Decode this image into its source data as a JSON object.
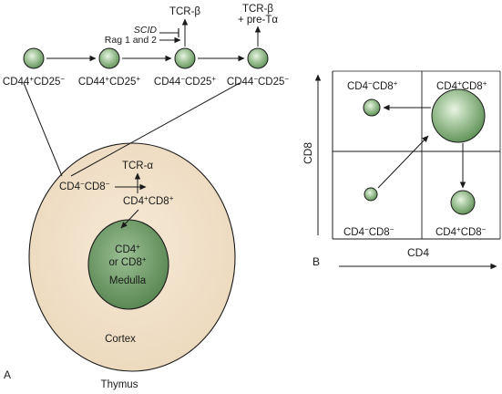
{
  "colors": {
    "cell_fill": "#6b9e63",
    "cell_highlight": "#e7f4e2",
    "thymus_fill": "#f0dfc6",
    "medulla_fill": "#5c8b55",
    "line": "#1a1a1a"
  },
  "panel_a": {
    "letter": "A",
    "stages": [
      {
        "m1": "CD44",
        "s1": "+",
        "m2": "CD25",
        "s2": "−"
      },
      {
        "m1": "CD44",
        "s1": "+",
        "m2": "CD25",
        "s2": "+"
      },
      {
        "m1": "CD44",
        "s1": "−",
        "m2": "CD25",
        "s2": "+"
      },
      {
        "m1": "CD44",
        "s1": "−",
        "m2": "CD25",
        "s2": "−"
      }
    ],
    "scid_label": "SCID",
    "rag_label": "Rag 1 and 2",
    "tcr_beta_1": "TCR-β",
    "tcr_beta_2": "TCR-β",
    "pre_t_alpha": "+ pre-Tα",
    "thymus_label": "Thymus",
    "cortex_label": "Cortex",
    "medulla_label": "Medulla",
    "medulla_cell_line1": "CD4",
    "medulla_cell_sup1": "+",
    "medulla_cell_line2": "or CD8",
    "medulla_cell_sup2": "+",
    "double_neg": {
      "m1": "CD4",
      "s1": "−",
      "m2": "CD8",
      "s2": "−"
    },
    "double_pos": {
      "m1": "CD4",
      "s1": "+",
      "m2": "CD8",
      "s2": "+"
    },
    "tcr_alpha": "TCR-α"
  },
  "panel_b": {
    "letter": "B",
    "x_axis_label": "CD4",
    "y_axis_label": "CD8",
    "top_left": {
      "m1": "CD4",
      "s1": "−",
      "m2": "CD8",
      "s2": "+"
    },
    "top_right": {
      "m1": "CD4",
      "s1": "+",
      "m2": "CD8",
      "s2": "+"
    },
    "bottom_left": {
      "m1": "CD4",
      "s1": "−",
      "m2": "CD8",
      "s2": "−"
    },
    "bottom_right": {
      "m1": "CD4",
      "s1": "+",
      "m2": "CD8",
      "s2": "−"
    }
  }
}
